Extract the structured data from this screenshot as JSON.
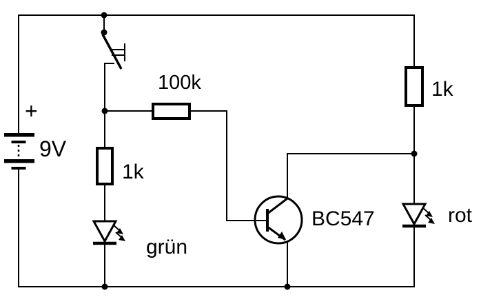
{
  "diagram": {
    "kind": "circuit-schematic",
    "colors": {
      "background": "#ffffff",
      "line": "#000000"
    },
    "battery": {
      "polarity_label": "+",
      "value_label": "9V"
    },
    "base_resistor": {
      "value_label": "100k"
    },
    "green_branch": {
      "resistor_label": "1k",
      "led_label": "grün"
    },
    "red_branch": {
      "resistor_label": "1k",
      "led_label": "rot"
    },
    "transistor": {
      "part_label": "BC547"
    }
  }
}
